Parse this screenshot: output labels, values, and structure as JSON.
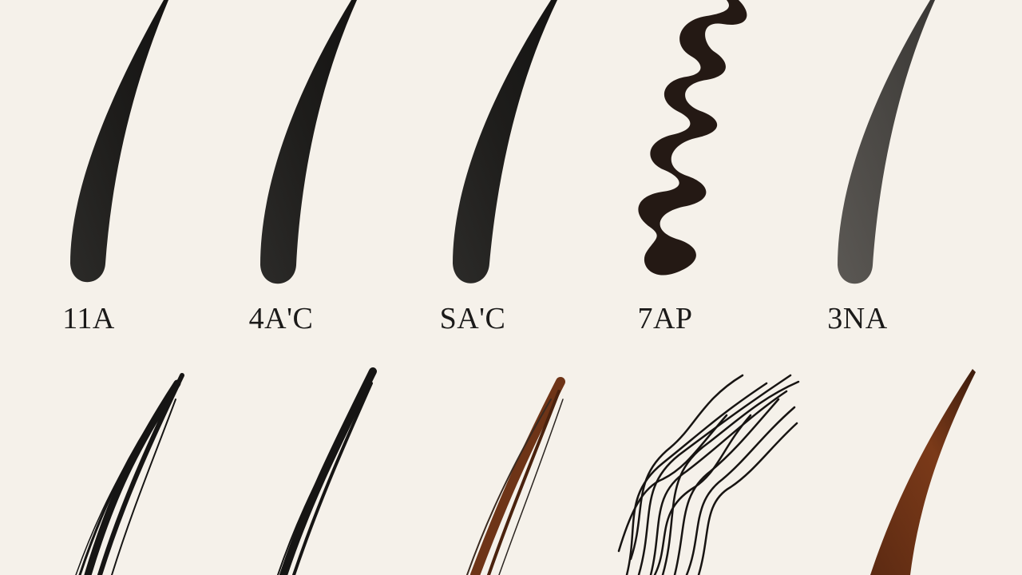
{
  "labels": [
    "11A",
    "4A'C",
    "SA'C",
    "7AP",
    "3NA"
  ],
  "colors": {
    "background": "#f5f1ea",
    "hair_black": "#1e1d1b",
    "hair_gray": "#4a4744",
    "hair_brown": "#6e3417",
    "hair_wavy": "#241914",
    "label_text": "#1b1a19"
  }
}
